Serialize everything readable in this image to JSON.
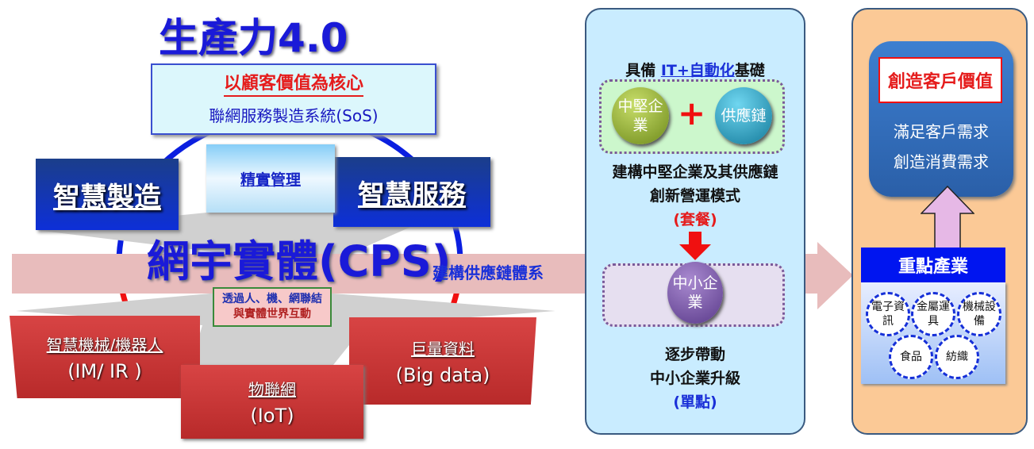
{
  "title": "生產力4.0",
  "sos": {
    "core": "以顧客價值為核心",
    "system": "聯網服務製造系統(SoS)"
  },
  "smart_manufacturing": "智慧製造",
  "lean": "精實管理",
  "smart_service": "智慧服務",
  "cps": "網宇實體(CPS)",
  "supply_chain_label": "建構供應鏈體系",
  "hint": {
    "line1": "透過人、機、網聯結",
    "line2": "與實體世界互動"
  },
  "im": {
    "title": "智慧機械/機器人",
    "sub": "(IM/ IR )"
  },
  "bigdata": {
    "title": "巨量資料",
    "sub": "(Big data)"
  },
  "iot": {
    "title": "物聯網",
    "sub": "(IoT)"
  },
  "middle": {
    "heading_prefix": "具備 ",
    "heading_it": "IT+自動化",
    "heading_suffix": "基礎",
    "mid_firm": "中堅企業",
    "plus": "+",
    "supply": "供應鏈",
    "desc1": "建構中堅企業及其供應鏈",
    "desc2": "創新營運模式",
    "package": "(套餐)",
    "sme": "中小企業",
    "desc3": "逐步帶動",
    "desc4": "中小企業升級",
    "single": "(單點)"
  },
  "right": {
    "value": "創造客戶價值",
    "need1": "滿足客戶需求",
    "need2": "創造消費需求",
    "industries_title": "重點產業",
    "industries": [
      "電子資訊",
      "金屬運具",
      "機械設備",
      "食品",
      "紡織"
    ]
  },
  "colors": {
    "blue_title": "#1a1ad8",
    "red": "#e51c1c",
    "mid_panel": "#c9ecff",
    "right_panel": "#fbc996"
  }
}
